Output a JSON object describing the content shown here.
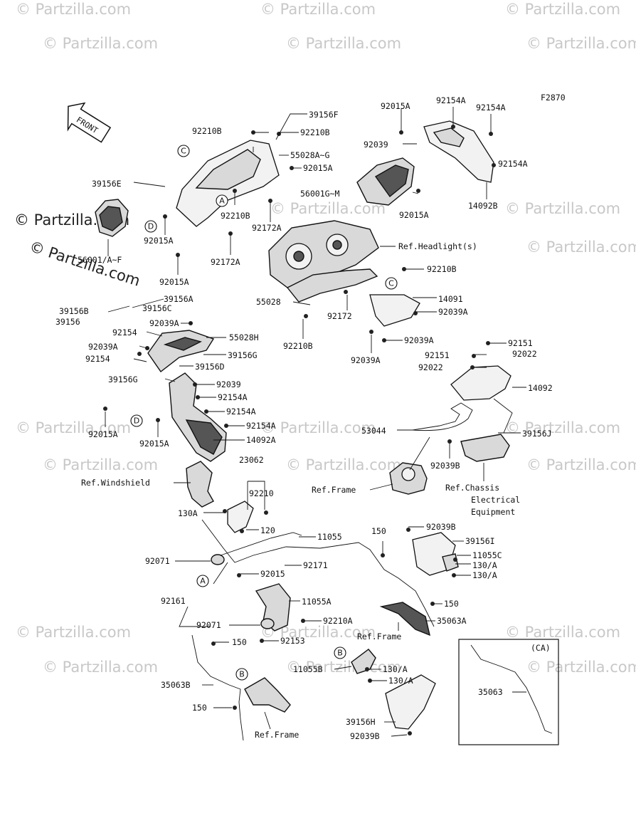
{
  "diagram_code": "F2870",
  "front_label": "FRONT",
  "watermark": "© Partzilla.com",
  "ref_callouts": [
    "A",
    "B",
    "C",
    "D"
  ],
  "labels": [
    "39156F",
    "92015A",
    "92154A",
    "92154A",
    "92210B",
    "92210B",
    "92039",
    "92154A",
    "55028A~G",
    "92015A",
    "39156E",
    "56001G~M",
    "14092B",
    "92210B",
    "92172A",
    "92015A",
    "92015A",
    "92172A",
    "56001/A~F",
    "92015A",
    "Ref.Headlight(s)",
    "92210B",
    "39156A",
    "39156B",
    "39156C",
    "39156",
    "55028",
    "14091",
    "92172",
    "92039A",
    "92039A",
    "55028H",
    "92154",
    "92039A",
    "92039A",
    "92210B",
    "92039A",
    "92151",
    "92022",
    "92151",
    "92022",
    "92154",
    "39156G",
    "39156D",
    "39156G",
    "92039",
    "92154A",
    "14092",
    "92154A",
    "92015A",
    "92015A",
    "92154A",
    "53044",
    "39156J",
    "14092A",
    "23062",
    "92039B",
    "Ref.Windshield",
    "92210",
    "Ref.Frame",
    "Ref.Chassis",
    "Electrical",
    "Equipment",
    "130A",
    "120",
    "11055",
    "150",
    "92039B",
    "39156I",
    "92071",
    "92015",
    "92171",
    "11055C",
    "130/A",
    "130/A",
    "11055A",
    "150",
    "92161",
    "92210A",
    "35063A",
    "92071",
    "Ref.Frame",
    "150",
    "92153",
    "(CA)",
    "11055B",
    "130/A",
    "130/A",
    "35063B",
    "35063",
    "150",
    "39156H",
    "Ref.Frame",
    "92039B"
  ]
}
